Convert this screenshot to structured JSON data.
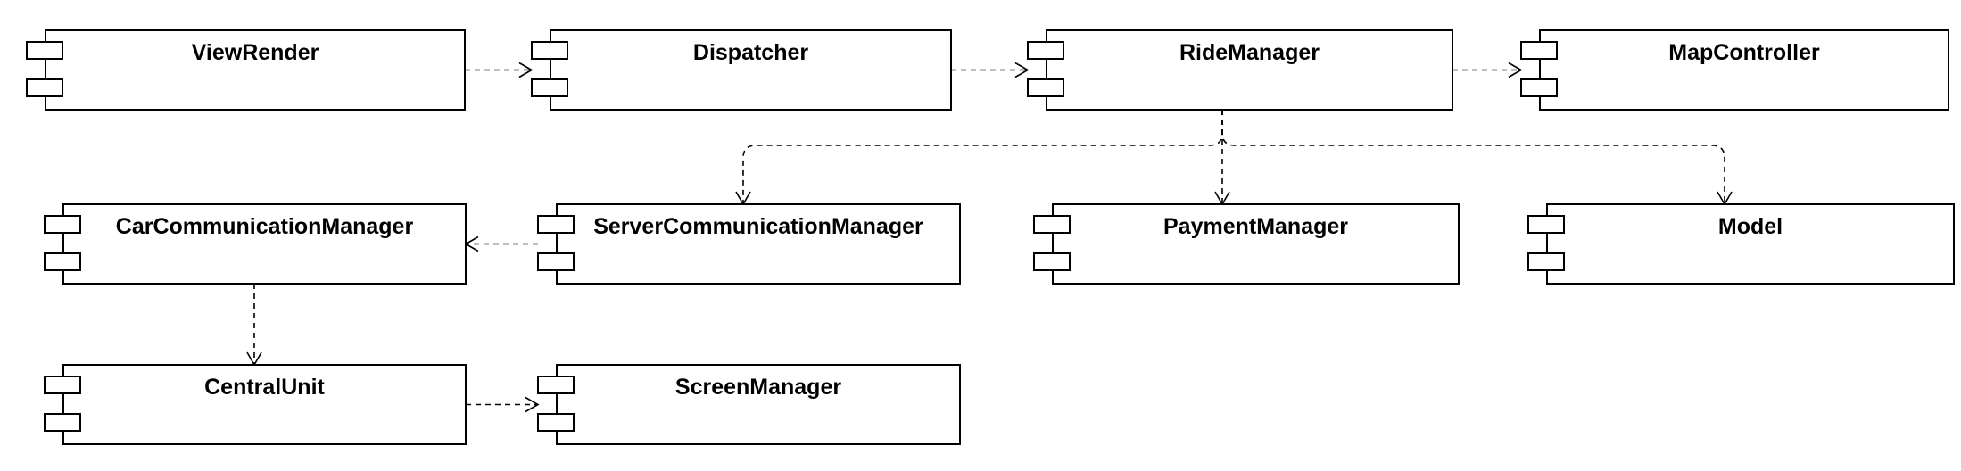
{
  "diagram": {
    "type": "uml-component-diagram",
    "components": [
      {
        "id": "viewrender",
        "name": "ViewRender"
      },
      {
        "id": "dispatcher",
        "name": "Dispatcher"
      },
      {
        "id": "ridemanager",
        "name": "RideManager"
      },
      {
        "id": "mapcontroller",
        "name": "MapController"
      },
      {
        "id": "carcommunicationmanager",
        "name": "CarCommunicationManager"
      },
      {
        "id": "servercommunicationmanager",
        "name": "ServerCommunicationManager"
      },
      {
        "id": "paymentmanager",
        "name": "PaymentManager"
      },
      {
        "id": "model",
        "name": "Model"
      },
      {
        "id": "centralunit",
        "name": "CentralUnit"
      },
      {
        "id": "screenmanager",
        "name": "ScreenManager"
      }
    ],
    "dependencies": [
      {
        "from": "viewrender",
        "to": "dispatcher"
      },
      {
        "from": "dispatcher",
        "to": "ridemanager"
      },
      {
        "from": "ridemanager",
        "to": "mapcontroller"
      },
      {
        "from": "ridemanager",
        "to": "servercommunicationmanager"
      },
      {
        "from": "ridemanager",
        "to": "paymentmanager"
      },
      {
        "from": "ridemanager",
        "to": "model"
      },
      {
        "from": "servercommunicationmanager",
        "to": "carcommunicationmanager"
      },
      {
        "from": "carcommunicationmanager",
        "to": "centralunit"
      },
      {
        "from": "centralunit",
        "to": "screenmanager"
      }
    ],
    "colors": {
      "stroke": "#000000",
      "fill": "#ffffff"
    }
  }
}
